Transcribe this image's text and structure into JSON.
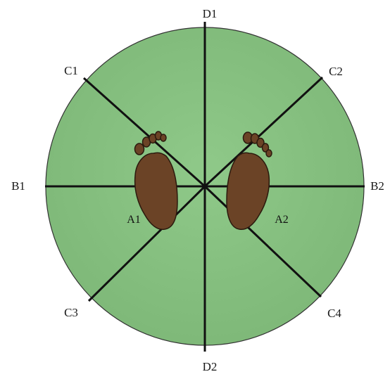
{
  "diagram": {
    "colors": {
      "disk_fill": "#86c17f",
      "disk_stroke": "#333333",
      "lines": "#111111",
      "foot_fill": "#6b4326",
      "foot_stroke": "#2b1a0e"
    },
    "labels": {
      "d1": "D1",
      "d2": "D2",
      "b1": "B1",
      "b2": "B2",
      "c1": "C1",
      "c2": "C2",
      "c3": "C3",
      "c4": "C4",
      "a1": "A1",
      "a2": "A2"
    },
    "icons": {
      "left_foot": "left-foot-icon",
      "right_foot": "right-foot-icon"
    }
  }
}
